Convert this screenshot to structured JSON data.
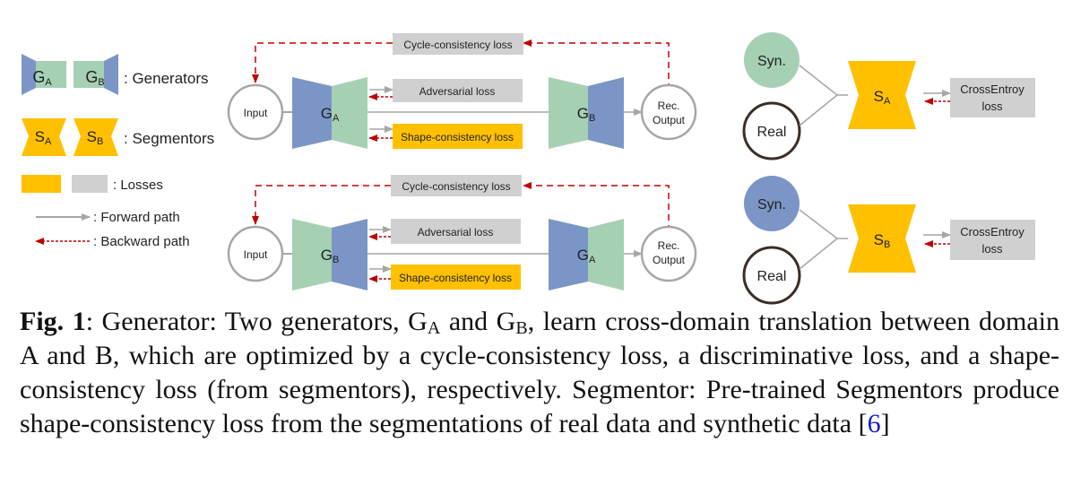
{
  "colors": {
    "gen_blue": "#7B96C6",
    "gen_green": "#A5D0B4",
    "segmentor_yellow": "#FFC000",
    "loss_gray": "#D0D0D0",
    "forward_arrow": "#A6A6A6",
    "backward_arrow": "#C00000"
  },
  "legend": {
    "ga": "G",
    "ga_sub": "A",
    "gb": "G",
    "gb_sub": "B",
    "generators": ": Generators",
    "sa": "S",
    "sa_sub": "A",
    "sb": "S",
    "sb_sub": "B",
    "segmentors": ": Segmentors",
    "losses": ": Losses",
    "forward": ": Forward path",
    "backward": ": Backward path"
  },
  "top_cycle": {
    "cycle_loss": "Cycle-consistency loss",
    "input": "Input",
    "gen1": "G",
    "gen1_sub": "A",
    "adv_loss": "Adversarial loss",
    "shape_loss": "Shape-consistency loss",
    "gen2": "G",
    "gen2_sub": "B",
    "rec1": "Rec.",
    "rec2": "Output"
  },
  "bottom_cycle": {
    "cycle_loss": "Cycle-consistency loss",
    "input": "Input",
    "gen1": "G",
    "gen1_sub": "B",
    "adv_loss": "Adversarial loss",
    "shape_loss": "Shape-consistency loss",
    "gen2": "G",
    "gen2_sub": "A",
    "rec1": "Rec.",
    "rec2": "Output"
  },
  "seg_top": {
    "syn": "Syn.",
    "real": "Real",
    "seg": "S",
    "seg_sub": "A",
    "loss1": "CrossEntroy",
    "loss2": "loss"
  },
  "seg_bottom": {
    "syn": "Syn.",
    "real": "Real",
    "seg": "S",
    "seg_sub": "B",
    "loss1": "CrossEntroy",
    "loss2": "loss"
  },
  "caption": {
    "fig_label": "Fig. 1",
    "p1": ": Generator: Two generators, G",
    "s1": "A",
    "p2": " and G",
    "s2": "B",
    "p3": ", learn cross-domain translation between domain A and B, which are optimized by a cycle-consistency loss, a discriminative loss, and a shape-consistency loss (from segmentors), respectively. Segmentor: Pre-trained Segmentors produce shape-consistency loss from the segmentations of real data and synthetic data ",
    "ref_open": "[",
    "ref": "6",
    "ref_close": "]"
  }
}
